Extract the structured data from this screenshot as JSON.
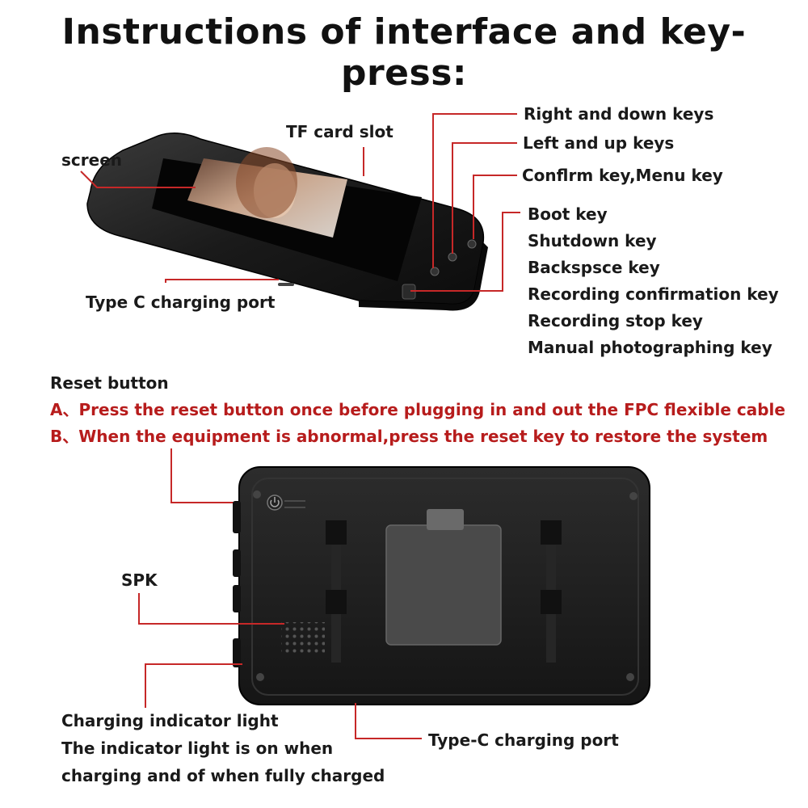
{
  "title": "Instructions of interface and key-press:",
  "top_labels": {
    "screen": "screen",
    "tf_card_slot": "TF card slot",
    "type_c_charging_port": "Type C charging port",
    "right_down_keys": "Right and down keys",
    "left_up_keys": "Left and up keys",
    "confirm_menu_key": "Conflrm key,Menu key"
  },
  "boot_key_functions": [
    "Boot key",
    "Shutdown key",
    "Backspsce key",
    "Recording confirmation key",
    "Recording stop key",
    "Manual photographing key"
  ],
  "reset": {
    "heading": "Reset button",
    "note_a": "A、Press the reset button once before plugging in and out the FPC flexible cable",
    "note_b": "B、When the equipment is abnormal,press the reset key to restore the system"
  },
  "bottom_labels": {
    "spk": "SPK",
    "charging_indicator_lines": [
      "Charging indicator light",
      "The indicator light is on when",
      "charging and of when fully charged"
    ],
    "type_c_charging_port": "Type-C charging port"
  },
  "colors": {
    "leader_line": "#c62828",
    "note_text": "#b71c1c",
    "device_body": "#1c1c1c"
  },
  "icons": [
    "power-icon",
    "left-arrow-icon",
    "right-arrow-icon",
    "menu-icon"
  ]
}
